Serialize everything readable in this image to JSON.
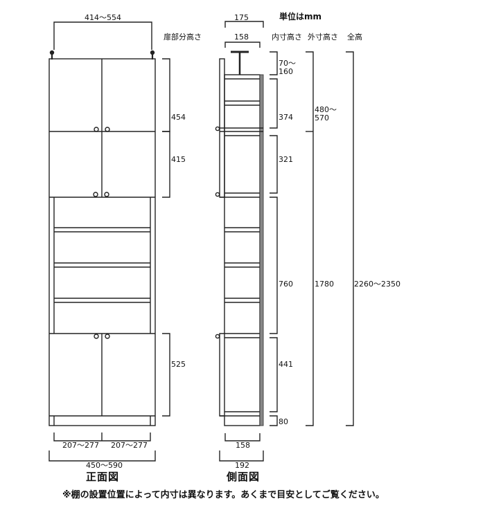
{
  "unit_label": "単位はmm",
  "headers": {
    "door_height": "扉部分高さ",
    "inner_height": "内寸高さ",
    "outer_height": "外寸高さ",
    "total_height": "全高"
  },
  "front_view": {
    "title": "正面図",
    "top_width": "414～554",
    "door_heights": [
      "454",
      "415",
      "525"
    ],
    "inner_widths": [
      "207～277",
      "207～277"
    ],
    "outer_width": "450～590"
  },
  "side_view": {
    "title": "側面図",
    "top_depth_outer": "175",
    "top_depth_inner": "158",
    "inner_heights": [
      "70～\n160",
      "374",
      "321",
      "760",
      "441",
      "80"
    ],
    "inner_height_lines": [
      [
        "70～",
        "160"
      ]
    ],
    "outer_heights": [
      "480～\n570",
      "1780"
    ],
    "outer_height_top_lines": [
      "480～",
      "570"
    ],
    "total_height": "2260～2350",
    "bottom_depth_inner": "158",
    "bottom_depth_outer": "192"
  },
  "footnote": "※棚の設置位置によって内寸は異なります。あくまで目安としてご覧ください。",
  "colors": {
    "line": "#222222",
    "back_panel": "#888888",
    "background": "#ffffff"
  }
}
